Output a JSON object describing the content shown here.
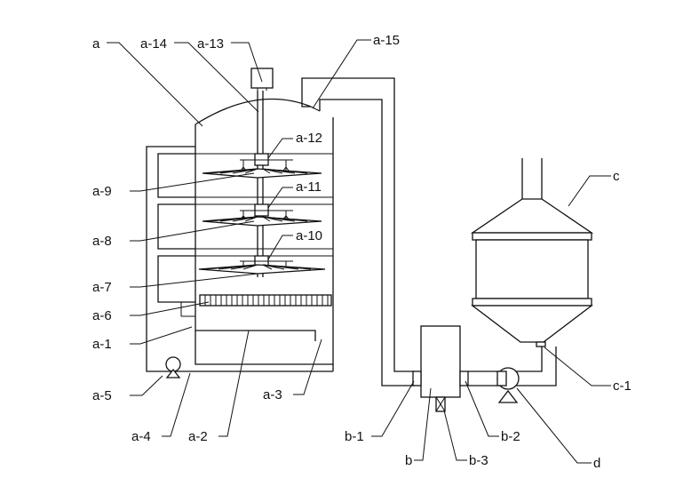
{
  "labels": {
    "a": "a",
    "a14": "a-14",
    "a13": "a-13",
    "a15": "a-15",
    "a12": "a-12",
    "a11": "a-11",
    "a10": "a-10",
    "a9": "a-9",
    "a8": "a-8",
    "a7": "a-7",
    "a6": "a-6",
    "a1": "a-1",
    "a5": "a-5",
    "a4": "a-4",
    "a2": "a-2",
    "a3": "a-3",
    "b1": "b-1",
    "b": "b",
    "b3": "b-3",
    "b2": "b-2",
    "c": "c",
    "c1": "c-1",
    "d": "d"
  }
}
